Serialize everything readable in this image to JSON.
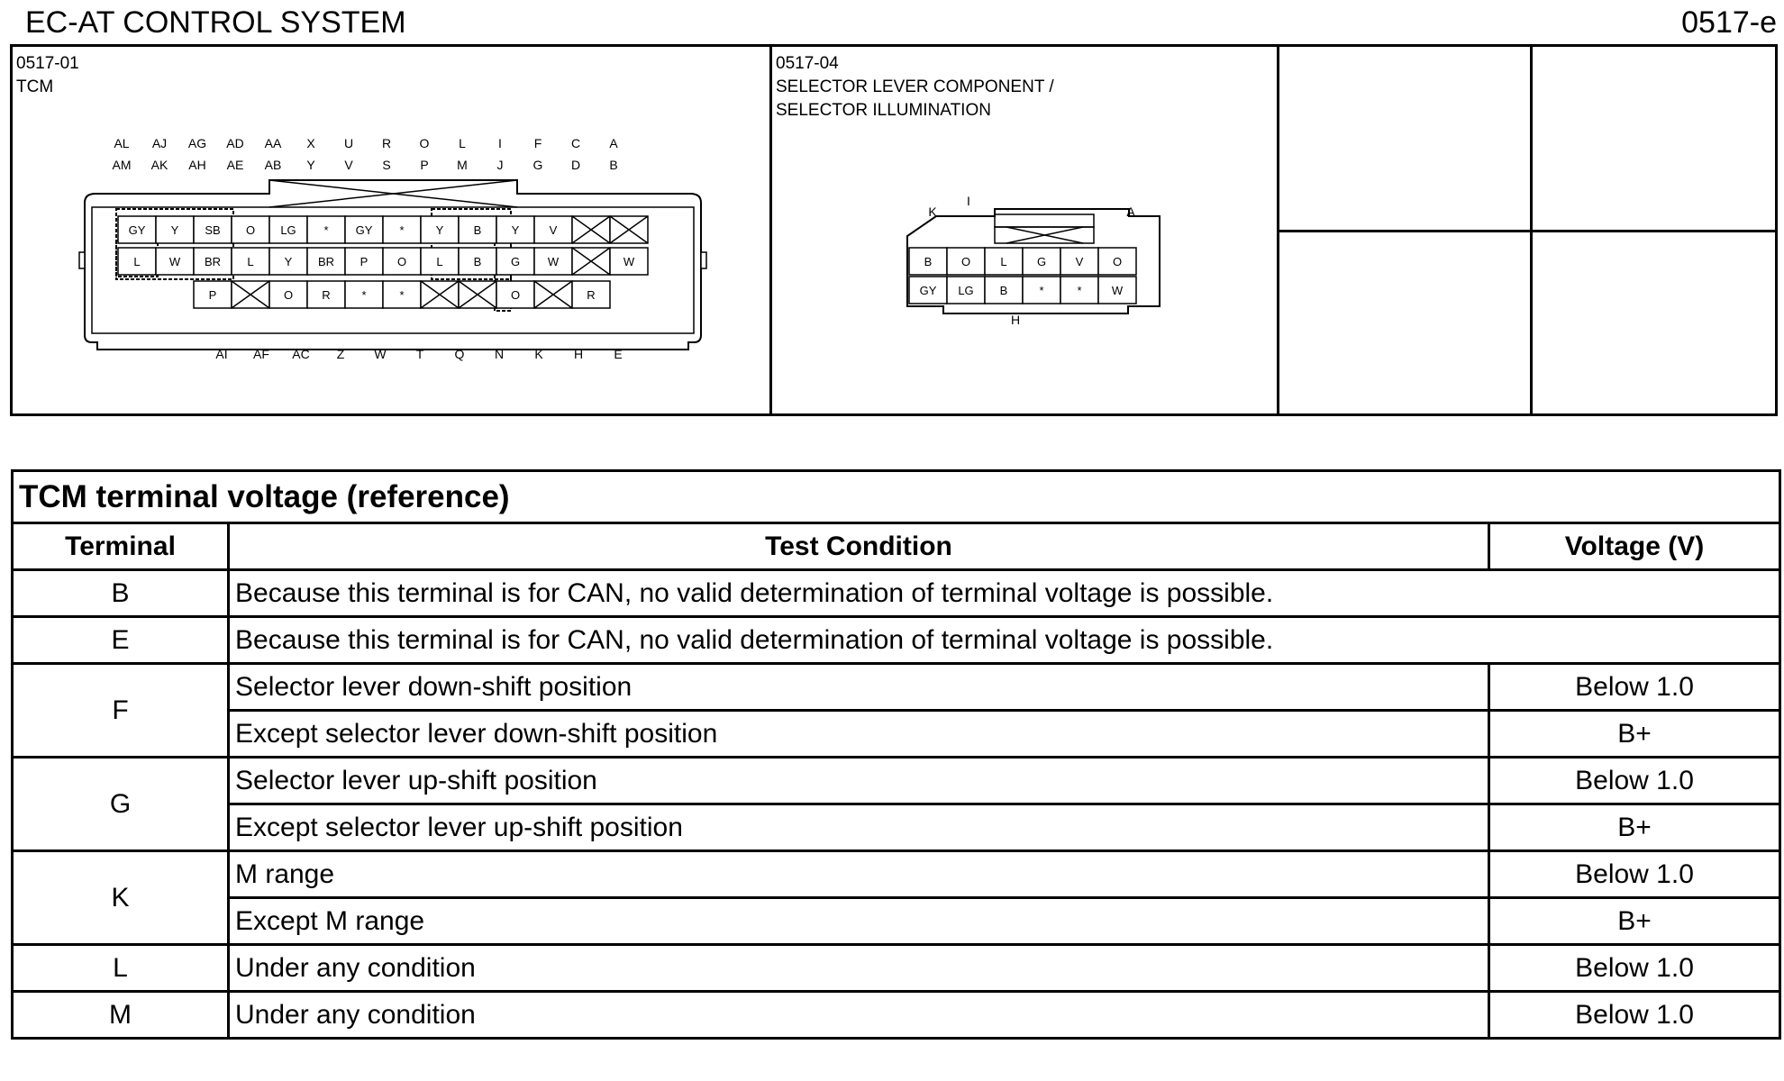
{
  "header": {
    "title": "EC-AT CONTROL SYSTEM",
    "page_code": "0517-e"
  },
  "connectors": {
    "tcm": {
      "code": "0517-01",
      "name": "TCM",
      "top_labels_row1": [
        "AL",
        "AJ",
        "AG",
        "AD",
        "AA",
        "X",
        "U",
        "R",
        "O",
        "L",
        "I",
        "F",
        "C",
        "A"
      ],
      "top_labels_row2": [
        "AM",
        "AK",
        "AH",
        "AE",
        "AB",
        "Y",
        "V",
        "S",
        "P",
        "M",
        "J",
        "G",
        "D",
        "B"
      ],
      "bottom_labels": [
        "AI",
        "AF",
        "AC",
        "Z",
        "W",
        "T",
        "Q",
        "N",
        "K",
        "H",
        "E"
      ],
      "rows": [
        [
          "GY",
          "Y",
          "SB",
          "O",
          "LG",
          "*",
          "GY",
          "*",
          "Y",
          "B",
          "Y",
          "V",
          "X",
          "X"
        ],
        [
          "L",
          "W",
          "BR",
          "L",
          "Y",
          "BR",
          "P",
          "O",
          "L",
          "B",
          "G",
          "W",
          "X",
          "W"
        ],
        [
          "",
          "",
          "P",
          "X",
          "O",
          "R",
          "*",
          "*",
          "X",
          "X",
          "O",
          "X",
          "R",
          ""
        ]
      ]
    },
    "selector": {
      "code": "0517-04",
      "name": "SELECTOR LEVER COMPONENT /\nSELECTOR ILLUMINATION",
      "labels": {
        "k": "K",
        "i": "I",
        "a": "A",
        "h": "H"
      },
      "rows": [
        [
          "B",
          "O",
          "L",
          "G",
          "V",
          "O"
        ],
        [
          "GY",
          "LG",
          "B",
          "*",
          "*",
          "W"
        ]
      ]
    }
  },
  "voltage_table": {
    "title": "TCM terminal voltage (reference)",
    "headers": {
      "terminal": "Terminal",
      "condition": "Test Condition",
      "voltage": "Voltage (V)"
    },
    "rows": [
      {
        "terminal": "B",
        "condition": "Because this terminal is for CAN, no valid determination of terminal voltage is possible."
      },
      {
        "terminal": "E",
        "condition": "Because this terminal is for CAN, no valid determination of terminal voltage is possible."
      },
      {
        "terminal": "F",
        "conditions": [
          {
            "condition": "Selector lever down-shift position",
            "voltage": "Below 1.0"
          },
          {
            "condition": "Except selector lever down-shift position",
            "voltage": "B+"
          }
        ]
      },
      {
        "terminal": "G",
        "conditions": [
          {
            "condition": "Selector lever up-shift position",
            "voltage": "Below 1.0"
          },
          {
            "condition": "Except selector lever up-shift position",
            "voltage": "B+"
          }
        ]
      },
      {
        "terminal": "K",
        "conditions": [
          {
            "condition": "M range",
            "voltage": "Below 1.0"
          },
          {
            "condition": "Except M range",
            "voltage": "B+"
          }
        ]
      },
      {
        "terminal": "L",
        "condition": "Under any condition",
        "voltage": "Below 1.0"
      },
      {
        "terminal": "M",
        "condition": "Under any condition",
        "voltage": "Below 1.0"
      }
    ]
  }
}
